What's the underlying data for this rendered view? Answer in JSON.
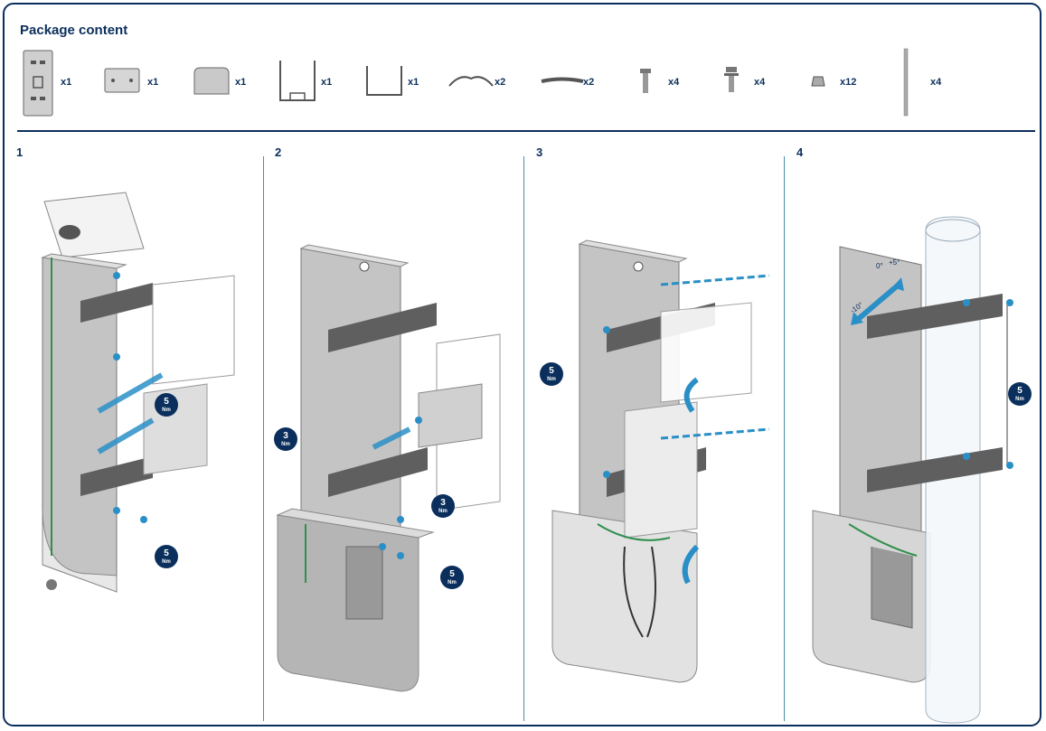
{
  "package": {
    "title": "Package content",
    "items": [
      {
        "icon": "mounting-plate-icon",
        "qty": "x1"
      },
      {
        "icon": "small-plate-icon",
        "qty": "x1"
      },
      {
        "icon": "cover-icon",
        "qty": "x1"
      },
      {
        "icon": "u-bracket-tall-icon",
        "qty": "x1"
      },
      {
        "icon": "u-bracket-flat-icon",
        "qty": "x1"
      },
      {
        "icon": "curved-strap-icon",
        "qty": "x2"
      },
      {
        "icon": "flat-strap-icon",
        "qty": "x2"
      },
      {
        "icon": "bolt-icon",
        "qty": "x4"
      },
      {
        "icon": "bolt-washer-icon",
        "qty": "x4"
      },
      {
        "icon": "nut-icon",
        "qty": "x12"
      },
      {
        "icon": "threaded-rod-icon",
        "qty": "x4"
      }
    ]
  },
  "steps": [
    {
      "number": "1",
      "torques": [
        {
          "value": "5",
          "unit": "Nm"
        },
        {
          "value": "5",
          "unit": "Nm"
        }
      ]
    },
    {
      "number": "2",
      "torques": [
        {
          "value": "3",
          "unit": "Nm"
        },
        {
          "value": "3",
          "unit": "Nm"
        },
        {
          "value": "5",
          "unit": "Nm"
        }
      ]
    },
    {
      "number": "3",
      "torques": [
        {
          "value": "5",
          "unit": "Nm"
        }
      ]
    },
    {
      "number": "4",
      "torques": [
        {
          "value": "5",
          "unit": "Nm"
        }
      ],
      "angles": [
        "-10°",
        "0°",
        "+5°"
      ]
    }
  ],
  "colors": {
    "brand": "#0b2f5c",
    "arrow": "#2a8fc7",
    "plate": "#b9b9b9",
    "bracket": "#5f5f5f",
    "cable": "#2f8f4e"
  }
}
